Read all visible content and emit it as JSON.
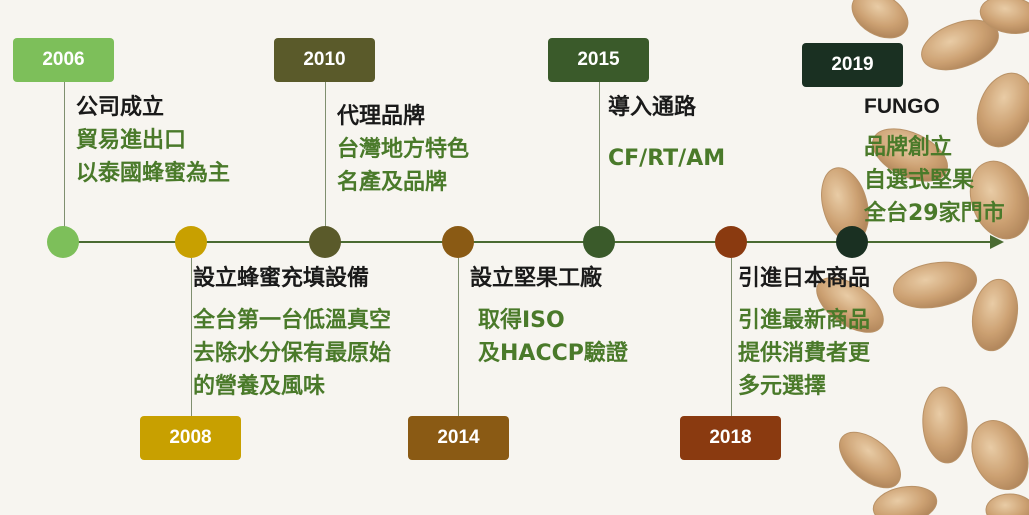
{
  "colors": {
    "y2006": "#7dbf5a",
    "y2008": "#c8a000",
    "y2010": "#5a5a2a",
    "y2014": "#8a5a14",
    "y2015": "#3a5a2a",
    "y2018": "#8a3a10",
    "y2019": "#1a3022",
    "title_text": "#1a1a1a",
    "desc_text": "#4a7a2a",
    "axis": "#4a6b32"
  },
  "timeline": {
    "e2006": {
      "year": "2006",
      "title": "公司成立",
      "lines": [
        "貿易進出口",
        "以泰國蜂蜜為主"
      ]
    },
    "e2008": {
      "year": "2008",
      "title": "設立蜂蜜充填設備",
      "lines": [
        "全台第一台低溫真空",
        "去除水分保有最原始",
        "的營養及風味"
      ]
    },
    "e2010": {
      "year": "2010",
      "title": "代理品牌",
      "lines": [
        "台灣地方特色",
        "名產及品牌"
      ]
    },
    "e2014": {
      "year": "2014",
      "title": "設立堅果工廠",
      "lines": [
        "取得ISO",
        "及HACCP驗證"
      ]
    },
    "e2015": {
      "year": "2015",
      "title": "導入通路",
      "lines": [
        "CF/RT/AM"
      ]
    },
    "e2018": {
      "year": "2018",
      "title": "引進日本商品",
      "lines": [
        "引進最新商品",
        "提供消費者更",
        "多元選擇"
      ]
    },
    "e2019": {
      "year": "2019",
      "title": "FUNGO",
      "lines": [
        "品牌創立",
        "自選式堅果",
        "全台29家門市"
      ]
    }
  }
}
